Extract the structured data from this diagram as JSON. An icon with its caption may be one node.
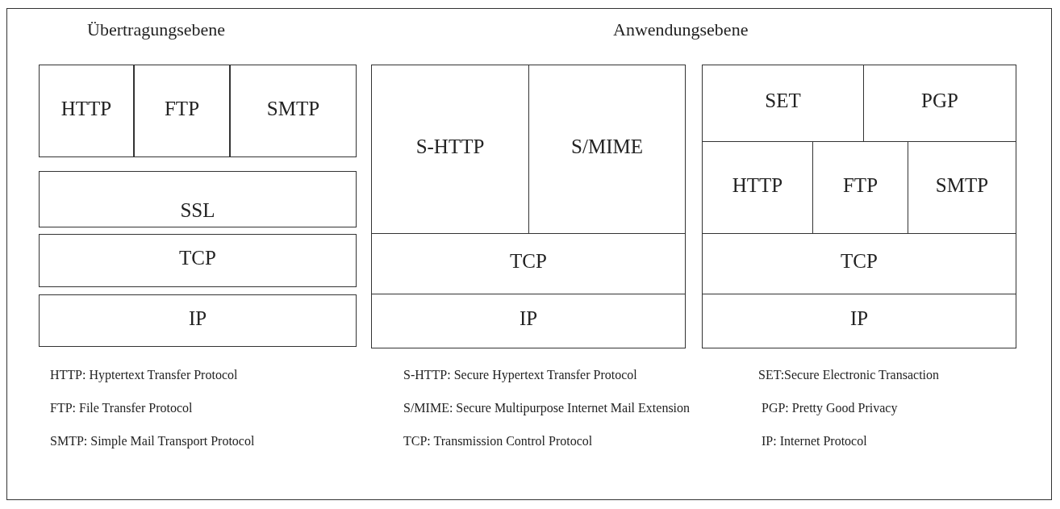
{
  "diagram": {
    "nodes": [
      {
        "text": [
          "HTTP"
        ]
      },
      {
        "text": [
          "FTP"
        ]
      },
      {
        "text": [
          "SMTP"
        ]
      },
      {
        "text": [
          "SSL"
        ]
      },
      {
        "text": [
          "TCP"
        ]
      },
      {
        "text": [
          "IP"
        ]
      },
      {
        "text": [
          "S-HTTP"
        ]
      },
      {
        "text": [
          "S/MIME"
        ]
      },
      {
        "text": [
          "TCP"
        ]
      },
      {
        "text": [
          "IP"
        ]
      },
      {
        "text": [
          "SET"
        ]
      },
      {
        "text": [
          "PGP"
        ]
      },
      {
        "text": [
          "HTTP"
        ]
      },
      {
        "text": [
          "FTP"
        ]
      },
      {
        "text": [
          "SMTP"
        ]
      },
      {
        "text": [
          "TCP"
        ]
      },
      {
        "text": [
          "IP"
        ]
      }
    ],
    "labels": [
      "Übertragungsebene",
      "Anwendungsebene",
      "HTTP:  Hyptertext Transfer Protocol",
      "S-HTTP:  Secure Hypertext Transfer Protocol",
      "SET:Secure Electronic Transaction",
      "FTP: File Transfer Protocol",
      "S/MIME: Secure Multipurpose Internet Mail Extension",
      "PGP: Pretty Good Privacy",
      "SMTP: Simple Mail Transport Protocol",
      "TCP:  Transmission Control Protocol",
      "IP: Internet Protocol"
    ]
  }
}
